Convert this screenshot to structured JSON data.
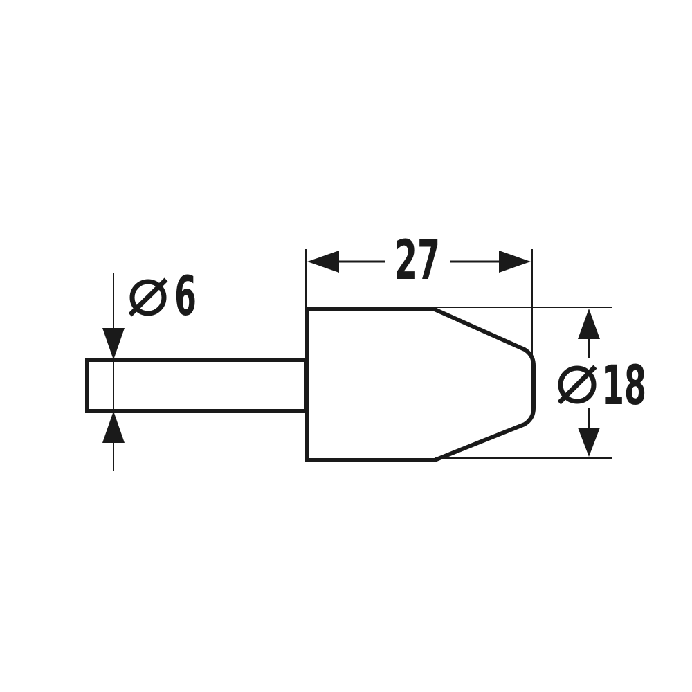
{
  "drawing": {
    "colors": {
      "line": "#1a1a1a",
      "background": "#ffffff"
    },
    "dimensions": {
      "length": {
        "value": "27",
        "unit_shown": ""
      },
      "head_diameter": {
        "symbol": "diameter-symbol",
        "value": "18"
      },
      "shank_diameter": {
        "symbol": "diameter-symbol",
        "value": "6"
      }
    }
  }
}
